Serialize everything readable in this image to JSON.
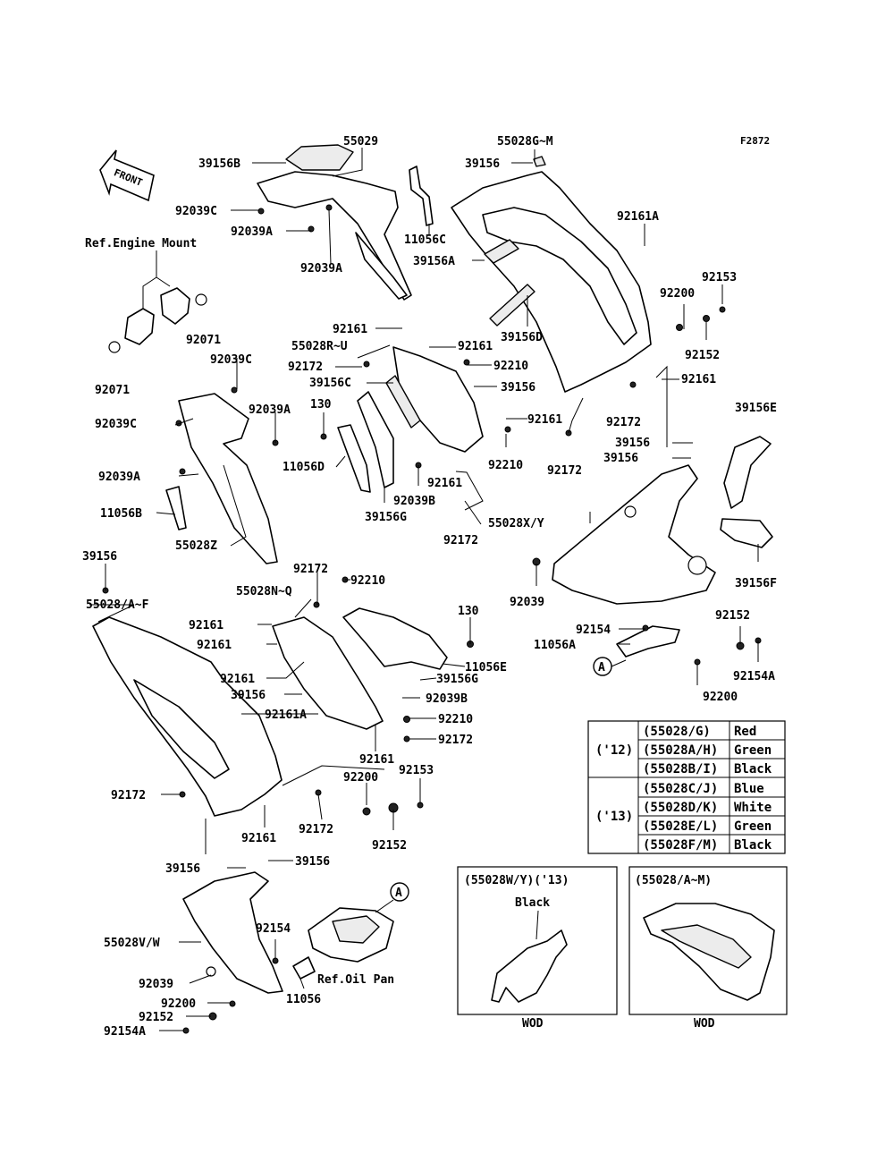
{
  "figure_code": "F2872",
  "front_label": "FRONT",
  "labels": {
    "l1": "55029",
    "l2": "55028G~M",
    "l3": "39156B",
    "l4": "39156",
    "l5": "92039C",
    "l6": "92039A",
    "l7": "11056C",
    "l8": "92161A",
    "l9": "39156A",
    "l10": "92039A",
    "l11": "Ref.Engine Mount",
    "l12": "92071",
    "l13": "92071",
    "l14": "92200",
    "l15": "92153",
    "l16": "92161",
    "l17": "39156D",
    "l18": "92152",
    "l19": "55028R~U",
    "l20": "92161",
    "l21": "92172",
    "l22": "92210",
    "l23": "92161",
    "l24": "39156C",
    "l25": "39156",
    "l26": "92039C",
    "l27": "92039C",
    "l28": "92039A",
    "l29": "130",
    "l30": "92161",
    "l31": "92172",
    "l32": "39156E",
    "l33": "39156",
    "l34": "92210",
    "l35": "39156",
    "l36": "92172",
    "l37": "11056D",
    "l38": "92161",
    "l39": "92039A",
    "l40": "92039B",
    "l41": "11056B",
    "l42": "39156G",
    "l43": "55028X/Y",
    "l44": "92172",
    "l45": "55028Z",
    "l46": "39156F",
    "l47": "39156",
    "l48": "92172",
    "l49": "92210",
    "l50": "92039",
    "l51": "55028N~Q",
    "l52": "55028/A~F",
    "l53": "130",
    "l54": "92154",
    "l55": "92152",
    "l56": "92161",
    "l57": "11056A",
    "l58": "92161",
    "l59": "11056E",
    "l60": "92154A",
    "l61": "92161",
    "l62": "39156G",
    "l63": "92200",
    "l64": "39156",
    "l65": "92039B",
    "l66": "92161A",
    "l67": "92210",
    "l68": "92172",
    "l69": "92161",
    "l70": "92200",
    "l71": "92153",
    "l72": "92172",
    "l73": "92172",
    "l74": "92152",
    "l75": "92161",
    "l76": "39156",
    "l77": "39156",
    "l78": "55028V/W",
    "l79": "92154",
    "l80": "92039",
    "l81": "Ref.Oil Pan",
    "l82": "92200",
    "l83": "11056",
    "l84": "92152",
    "l85": "92154A"
  },
  "callout_a": "A",
  "color_table": {
    "groups": [
      {
        "year": "('12)",
        "rows": [
          {
            "code": "(55028/G)",
            "color": "Red"
          },
          {
            "code": "(55028A/H)",
            "color": "Green"
          },
          {
            "code": "(55028B/I)",
            "color": "Black"
          }
        ]
      },
      {
        "year": "('13)",
        "rows": [
          {
            "code": "(55028C/J)",
            "color": "Blue"
          },
          {
            "code": "(55028D/K)",
            "color": "White"
          },
          {
            "code": "(55028E/L)",
            "color": "Green"
          },
          {
            "code": "(55028F/M)",
            "color": "Black"
          }
        ]
      }
    ]
  },
  "inset_left": {
    "title": "(55028W/Y)('13)",
    "note": "Black",
    "footer": "WOD"
  },
  "inset_right": {
    "title": "(55028/A~M)",
    "footer": "WOD"
  }
}
